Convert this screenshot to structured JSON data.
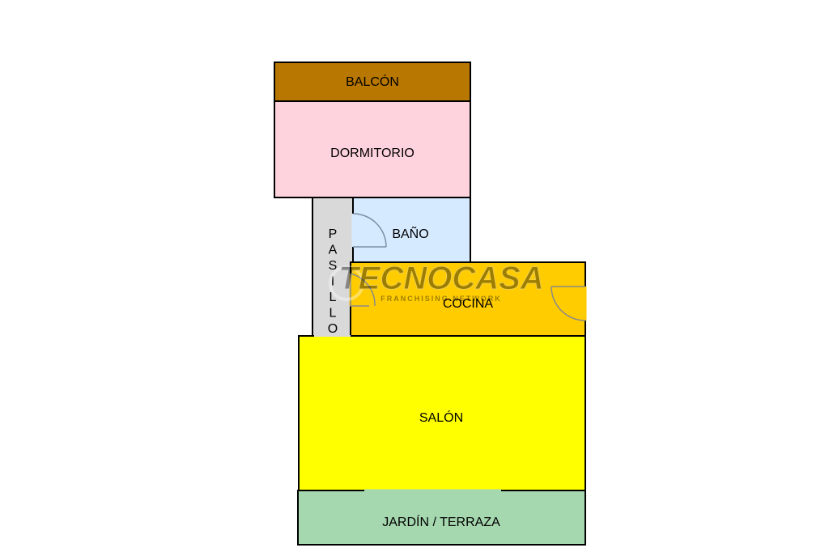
{
  "rooms": {
    "balcon": {
      "label": "BALCÓN",
      "color": "#b87700"
    },
    "dormitorio": {
      "label": "DORMITORIO",
      "color": "#ffd3dd"
    },
    "pasillo": {
      "label": "PASILLO",
      "color": "#d9d9d9"
    },
    "bano": {
      "label": "BAÑO",
      "color": "#d6eaff"
    },
    "cocina": {
      "label": "COCINA",
      "color": "#ffcc00"
    },
    "salon": {
      "label": "SALÓN",
      "color": "#ffff00"
    },
    "jardin_terraza": {
      "label": "JARDÍN / TERRAZA",
      "color": "#a6d8b0"
    }
  },
  "watermark": {
    "brand": "TECNOCASA",
    "subtitle": "FRANCHISING NETWORK"
  }
}
